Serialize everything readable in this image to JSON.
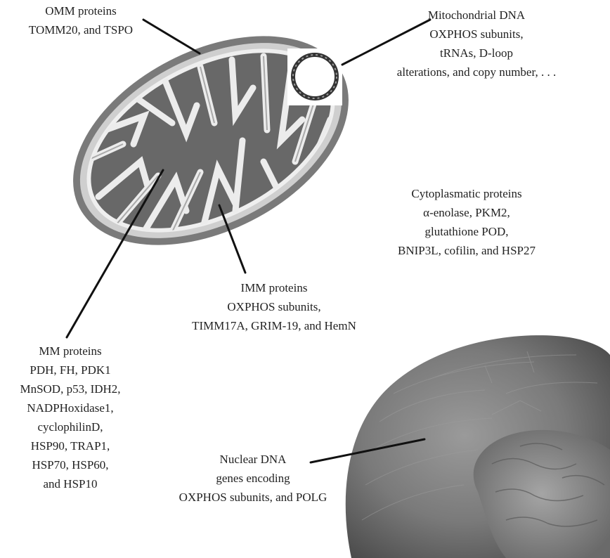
{
  "omm": {
    "title": "OMM proteins",
    "lines": [
      "TOMM20, and TSPO"
    ]
  },
  "mtdna": {
    "title": "Mitochondrial DNA",
    "lines": [
      "OXPHOS subunits,",
      "tRNAs, D-loop",
      "alterations, and copy number, . . ."
    ]
  },
  "cyto": {
    "title": "Cytoplasmatic proteins",
    "lines": [
      "α-enolase, PKM2,",
      "glutathione POD,",
      "BNIP3L, cofilin, and HSP27"
    ]
  },
  "imm": {
    "title": "IMM proteins",
    "lines": [
      "OXPHOS subunits,",
      "TIMM17A, GRIM-19, and HemN"
    ]
  },
  "mm": {
    "title": "MM proteins",
    "lines": [
      "PDH, FH, PDK1",
      "MnSOD, p53, IDH2,",
      "NADPHoxidase1,",
      "cyclophilinD,",
      "HSP90, TRAP1,",
      "HSP70, HSP60,",
      "and HSP10"
    ]
  },
  "ndna": {
    "title": "Nuclear DNA",
    "lines": [
      "genes encoding",
      "OXPHOS subunits, and POLG"
    ]
  },
  "colors": {
    "mitochondrion_outer": "#7a7a7a",
    "intermembrane": "#c8c8c8",
    "matrix": "#686868",
    "cristae": "#e6e6e6",
    "dna_ring": "#333333",
    "cell": "#6f6f6f",
    "nucleus": "#8d8d8d",
    "leader_line": "#111111"
  }
}
